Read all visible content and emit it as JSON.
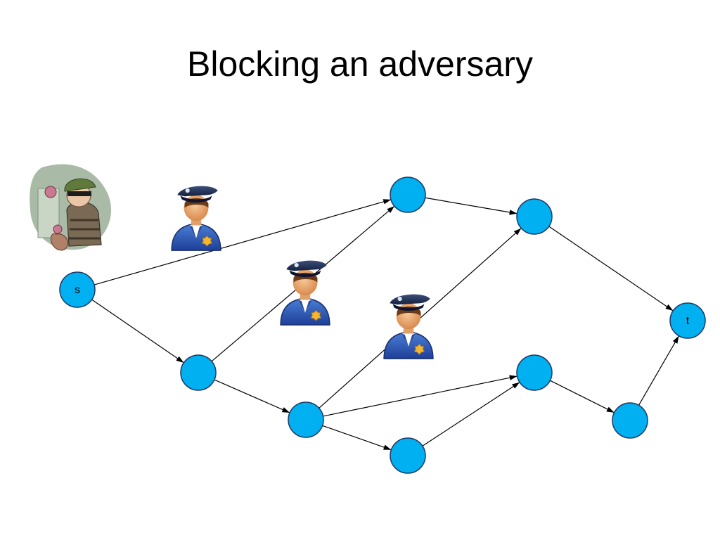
{
  "slide": {
    "title": "Blocking an adversary"
  },
  "graph": {
    "colors": {
      "node_fill": "#00B0F0",
      "node_stroke": "#1F3864",
      "edge": "#000000"
    },
    "nodes": [
      {
        "id": "s",
        "label": "s"
      },
      {
        "id": "a",
        "label": ""
      },
      {
        "id": "b",
        "label": ""
      },
      {
        "id": "c",
        "label": ""
      },
      {
        "id": "d",
        "label": ""
      },
      {
        "id": "e",
        "label": ""
      },
      {
        "id": "f",
        "label": ""
      },
      {
        "id": "g",
        "label": ""
      },
      {
        "id": "t",
        "label": "t"
      }
    ],
    "edges": [
      {
        "from": "s",
        "to": "a"
      },
      {
        "from": "s",
        "to": "b"
      },
      {
        "from": "b",
        "to": "c"
      },
      {
        "from": "b",
        "to": "a"
      },
      {
        "from": "a",
        "to": "d"
      },
      {
        "from": "c",
        "to": "d"
      },
      {
        "from": "c",
        "to": "e"
      },
      {
        "from": "c",
        "to": "f"
      },
      {
        "from": "d",
        "to": "t"
      },
      {
        "from": "f",
        "to": "e"
      },
      {
        "from": "e",
        "to": "g"
      },
      {
        "from": "g",
        "to": "t"
      }
    ],
    "actors": [
      {
        "name": "thief",
        "icon": "thief-icon"
      },
      {
        "name": "police-1",
        "icon": "police-officer-icon"
      },
      {
        "name": "police-2",
        "icon": "police-officer-icon"
      },
      {
        "name": "police-3",
        "icon": "police-officer-icon"
      }
    ]
  }
}
